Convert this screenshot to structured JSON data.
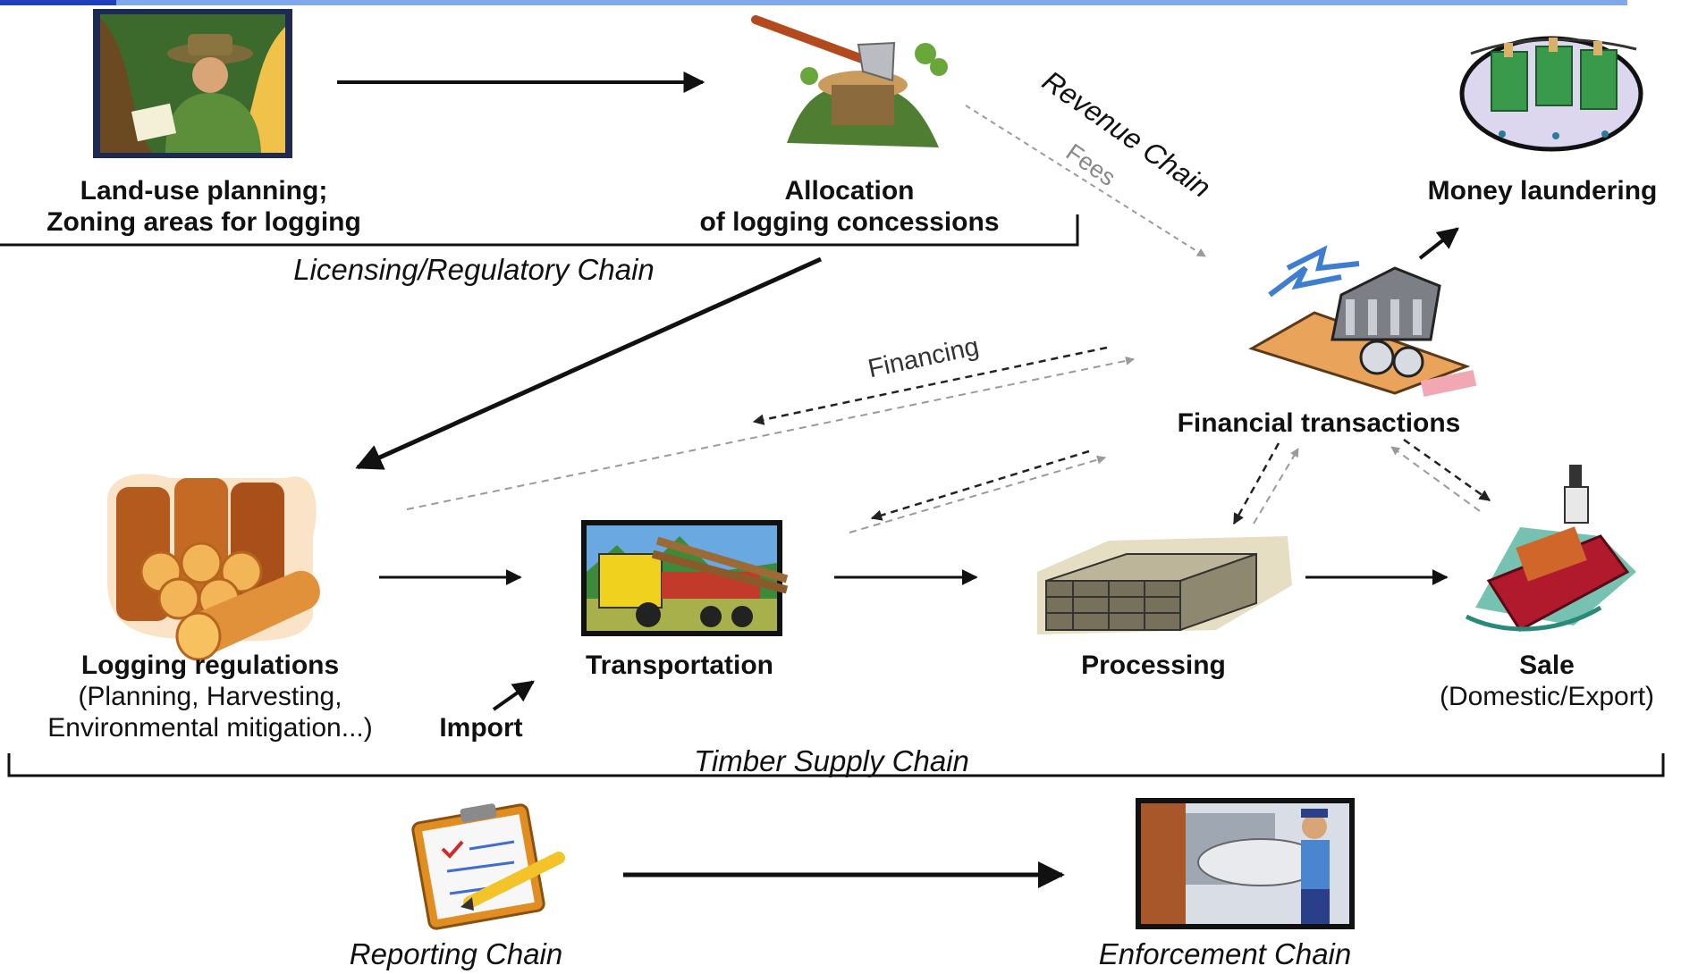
{
  "nodes": {
    "land_use": {
      "line1": "Land-use planning;",
      "line2": "Zoning areas for logging",
      "icon": "surveyor-icon"
    },
    "allocation": {
      "line1": "Allocation",
      "line2": "of logging concessions",
      "icon": "axe-stump-icon"
    },
    "money_laundering": {
      "label": "Money laundering",
      "icon": "money-clothesline-icon"
    },
    "financial_transactions": {
      "label": "Financial transactions",
      "icon": "bank-finance-icon"
    },
    "logging_regulations": {
      "title": "Logging regulations",
      "line2": "(Planning, Harvesting,",
      "line3": "Environmental mitigation...)",
      "icon": "log-pile-icon"
    },
    "import": {
      "label": "Import"
    },
    "transportation": {
      "label": "Transportation",
      "icon": "log-truck-icon"
    },
    "processing": {
      "label": "Processing",
      "icon": "lumber-stack-icon"
    },
    "sale": {
      "title": "Sale",
      "subtitle": "(Domestic/Export)",
      "icon": "cargo-ship-icon"
    },
    "reporting": {
      "label": "Reporting Chain",
      "icon": "clipboard-checklist-icon"
    },
    "enforcement": {
      "label": "Enforcement Chain",
      "icon": "inspector-icon"
    }
  },
  "chains": {
    "licensing": "Licensing/Regulatory Chain",
    "revenue": "Revenue Chain",
    "fees": "Fees",
    "financing": "Financing",
    "timber_supply": "Timber Supply Chain"
  },
  "colors": {
    "arrow_solid": "#111111",
    "arrow_dashed_dark": "#222222",
    "arrow_dashed_light": "#9a9a9a",
    "header_bar": "#7fa9ec",
    "header_bar_accent": "#1f3fbf"
  }
}
